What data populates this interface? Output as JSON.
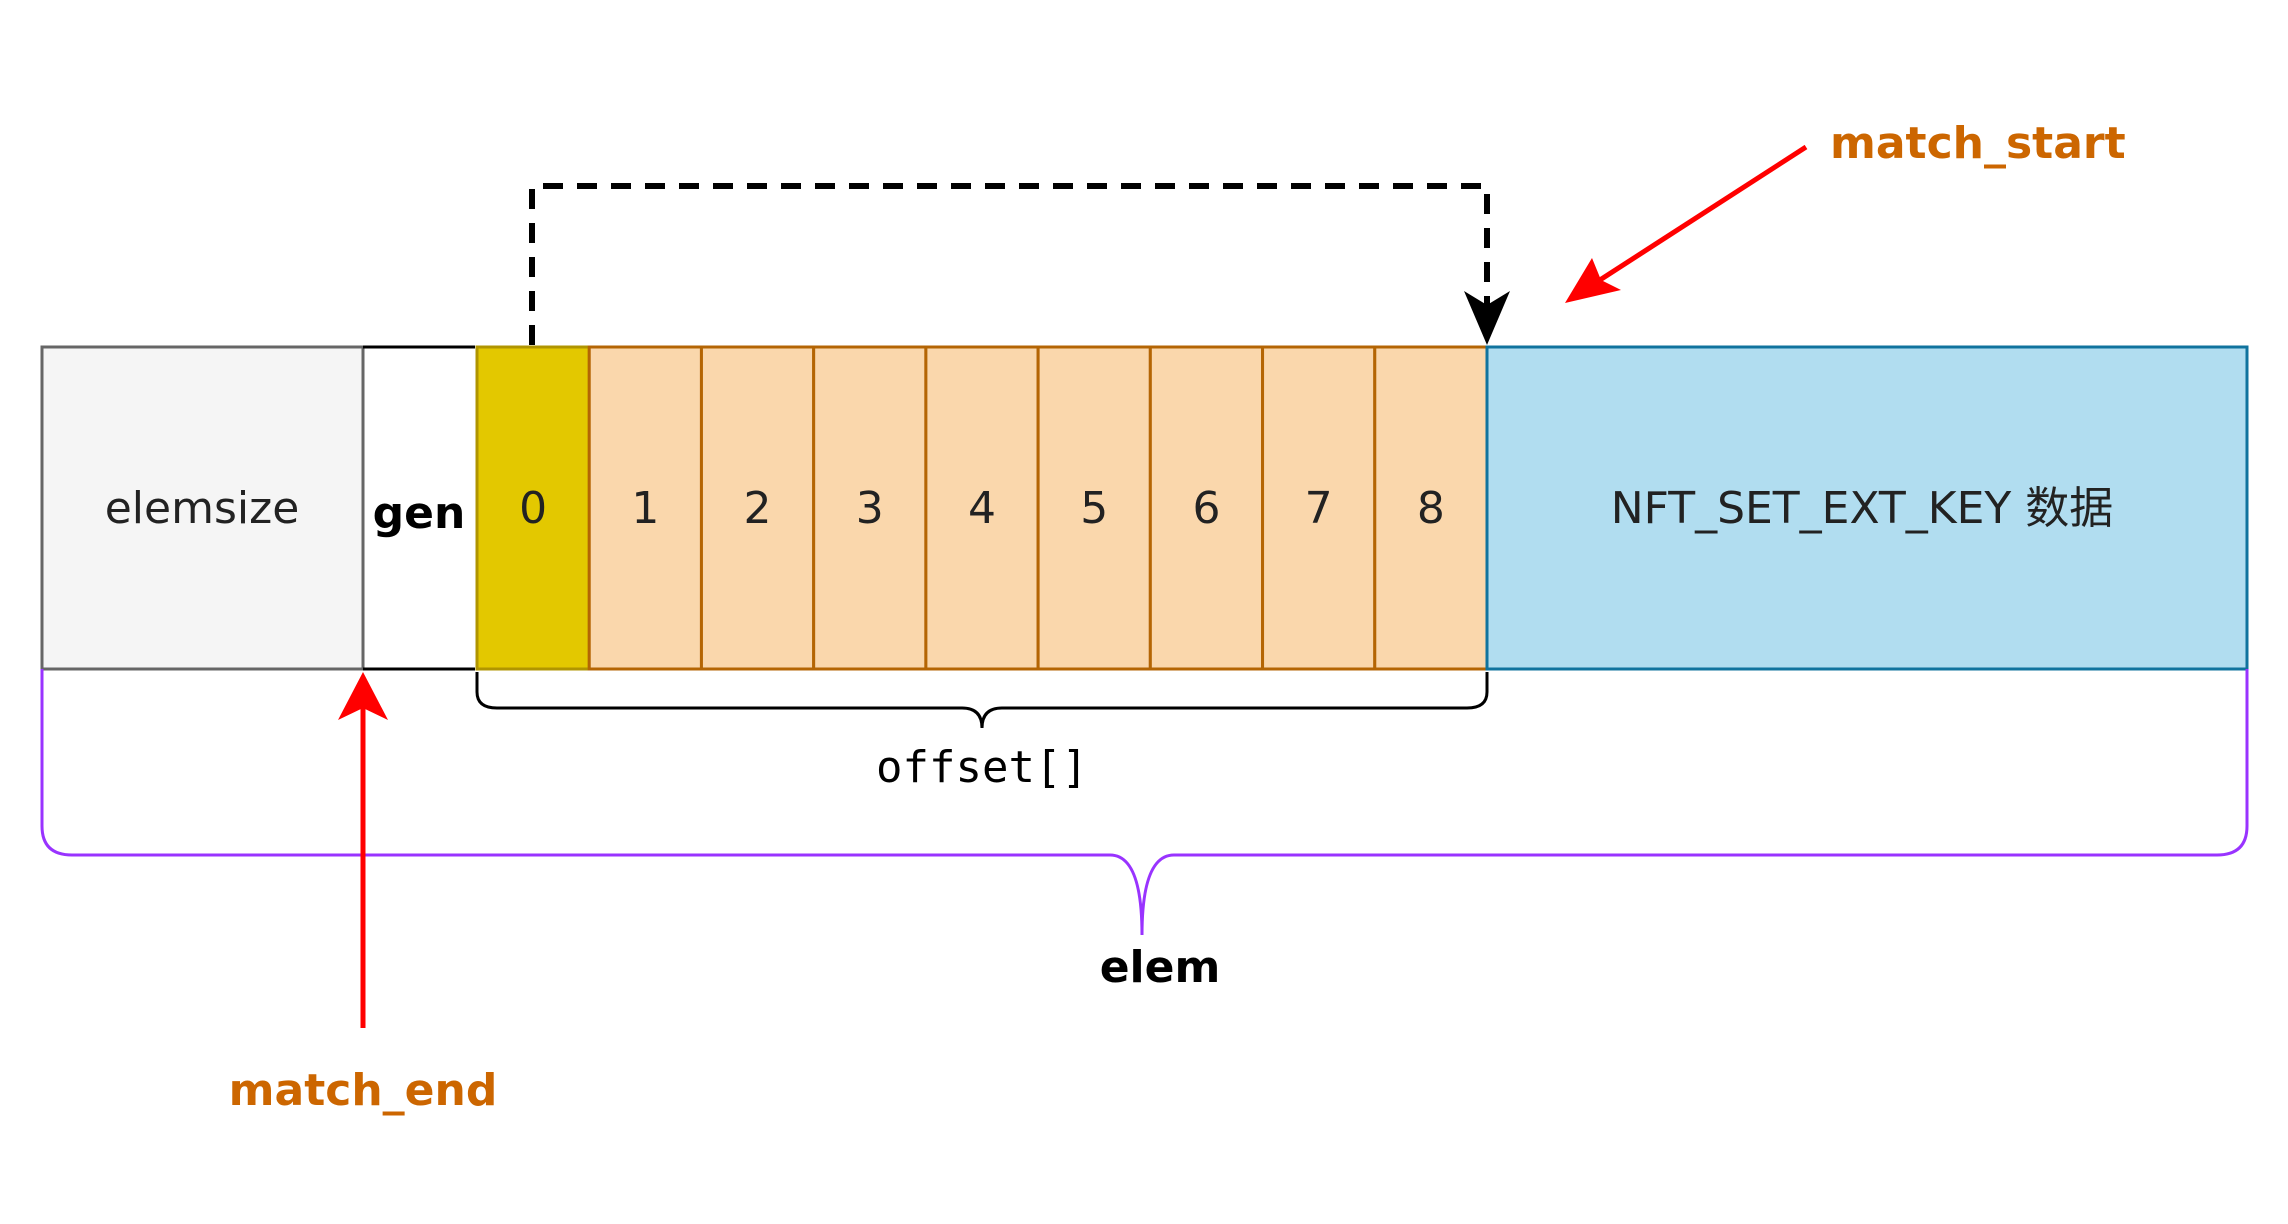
{
  "diagram": {
    "header_cells": {
      "elemsize": "elemsize",
      "gen": "gen",
      "key_data": "NFT_SET_EXT_KEY 数据"
    },
    "offset_cells": [
      "0",
      "1",
      "2",
      "3",
      "4",
      "5",
      "6",
      "7",
      "8"
    ],
    "labels": {
      "offset": "offset[]",
      "elem": "elem",
      "match_start": "match_start",
      "match_end": "match_end"
    },
    "colors": {
      "elemsize_fill": "#f5f5f5",
      "elemsize_stroke": "#666666",
      "gen_fill": "#ffffff",
      "gen_stroke": "#000000",
      "offset0_fill": "#e3c800",
      "offset0_stroke": "#b09500",
      "offset_fill": "#fad7ac",
      "offset_stroke": "#b46504",
      "key_fill": "#b1ddf0",
      "key_stroke": "#10739e",
      "elem_brace": "#9933ff",
      "pointer_arrow": "#ff0000",
      "pointer_label": "#cc6600",
      "dashed_arrow": "#000000"
    }
  }
}
